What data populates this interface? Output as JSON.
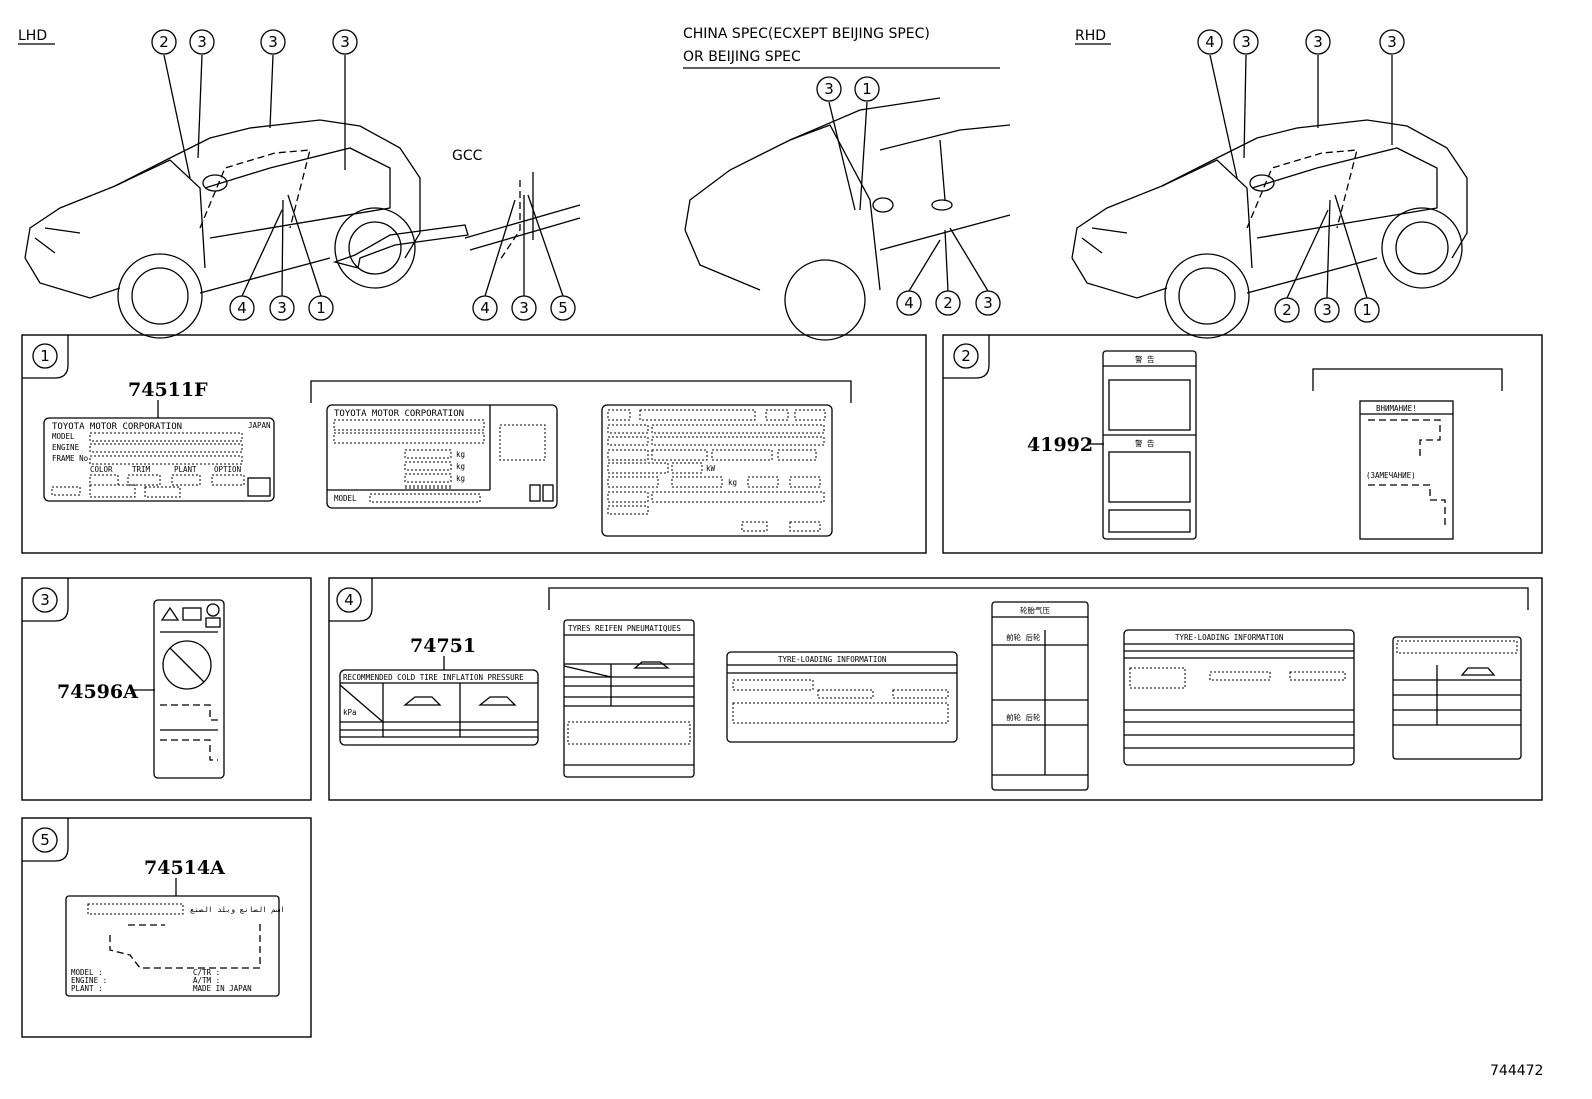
{
  "header": {
    "lhd": "LHD",
    "gcc": "GCC",
    "china_line1": "CHINA SPEC(ECXEPT BEIJING SPEC)",
    "china_line2": "OR BEIJING SPEC",
    "rhd": "RHD"
  },
  "callouts": {
    "lhd": [
      "2",
      "3",
      "3",
      "3",
      "4",
      "3",
      "1"
    ],
    "gcc": [
      "4",
      "3",
      "5"
    ],
    "china": [
      "3",
      "1",
      "4",
      "2",
      "3"
    ],
    "rhd": [
      "4",
      "3",
      "3",
      "3",
      "2",
      "3",
      "1"
    ]
  },
  "panels": [
    {
      "badge": "1",
      "part_number": "74511F"
    },
    {
      "badge": "2",
      "part_number": "41992"
    },
    {
      "badge": "3",
      "part_number": "74596A"
    },
    {
      "badge": "4",
      "part_number": "74751"
    },
    {
      "badge": "5",
      "part_number": "74514A"
    }
  ],
  "labels": {
    "toyota": "TOYOTA MOTOR CORPORATION",
    "japan": "JAPAN",
    "model": "MODEL",
    "engine": "ENGINE",
    "frame_no": "FRAME No",
    "color": "COLOR",
    "trim": "TRIM",
    "plant": "PLANT",
    "option": "OPTION",
    "kg": "kg",
    "kw": "kW",
    "warning_cn": "警 告",
    "vnimanie": "ВНИМАНИЕ!",
    "zamechanie": "(ЗАМЕЧАНИЕ)",
    "cold_tire": "RECOMMENDED COLD TIRE INFLATION PRESSURE",
    "tyres_reifen": "TYRES REIFEN PNEUMATIQUES",
    "tyre_loading": "TYRE-LOADING INFORMATION",
    "tire_pressure_cn": "轮胎气压",
    "wheel_cn": "前轮 后轮",
    "kpa": "kPa",
    "arabic_maker": "اسم الصانع وبلد الصنع",
    "model_colon": "MODEL :",
    "engine_colon": "ENGINE :",
    "plant_colon": "PLANT :",
    "ctr": "C/TR :",
    "atm": "A/TM :",
    "made_in_japan": "MADE IN JAPAN"
  },
  "footer": {
    "diagram_id": "744472"
  }
}
